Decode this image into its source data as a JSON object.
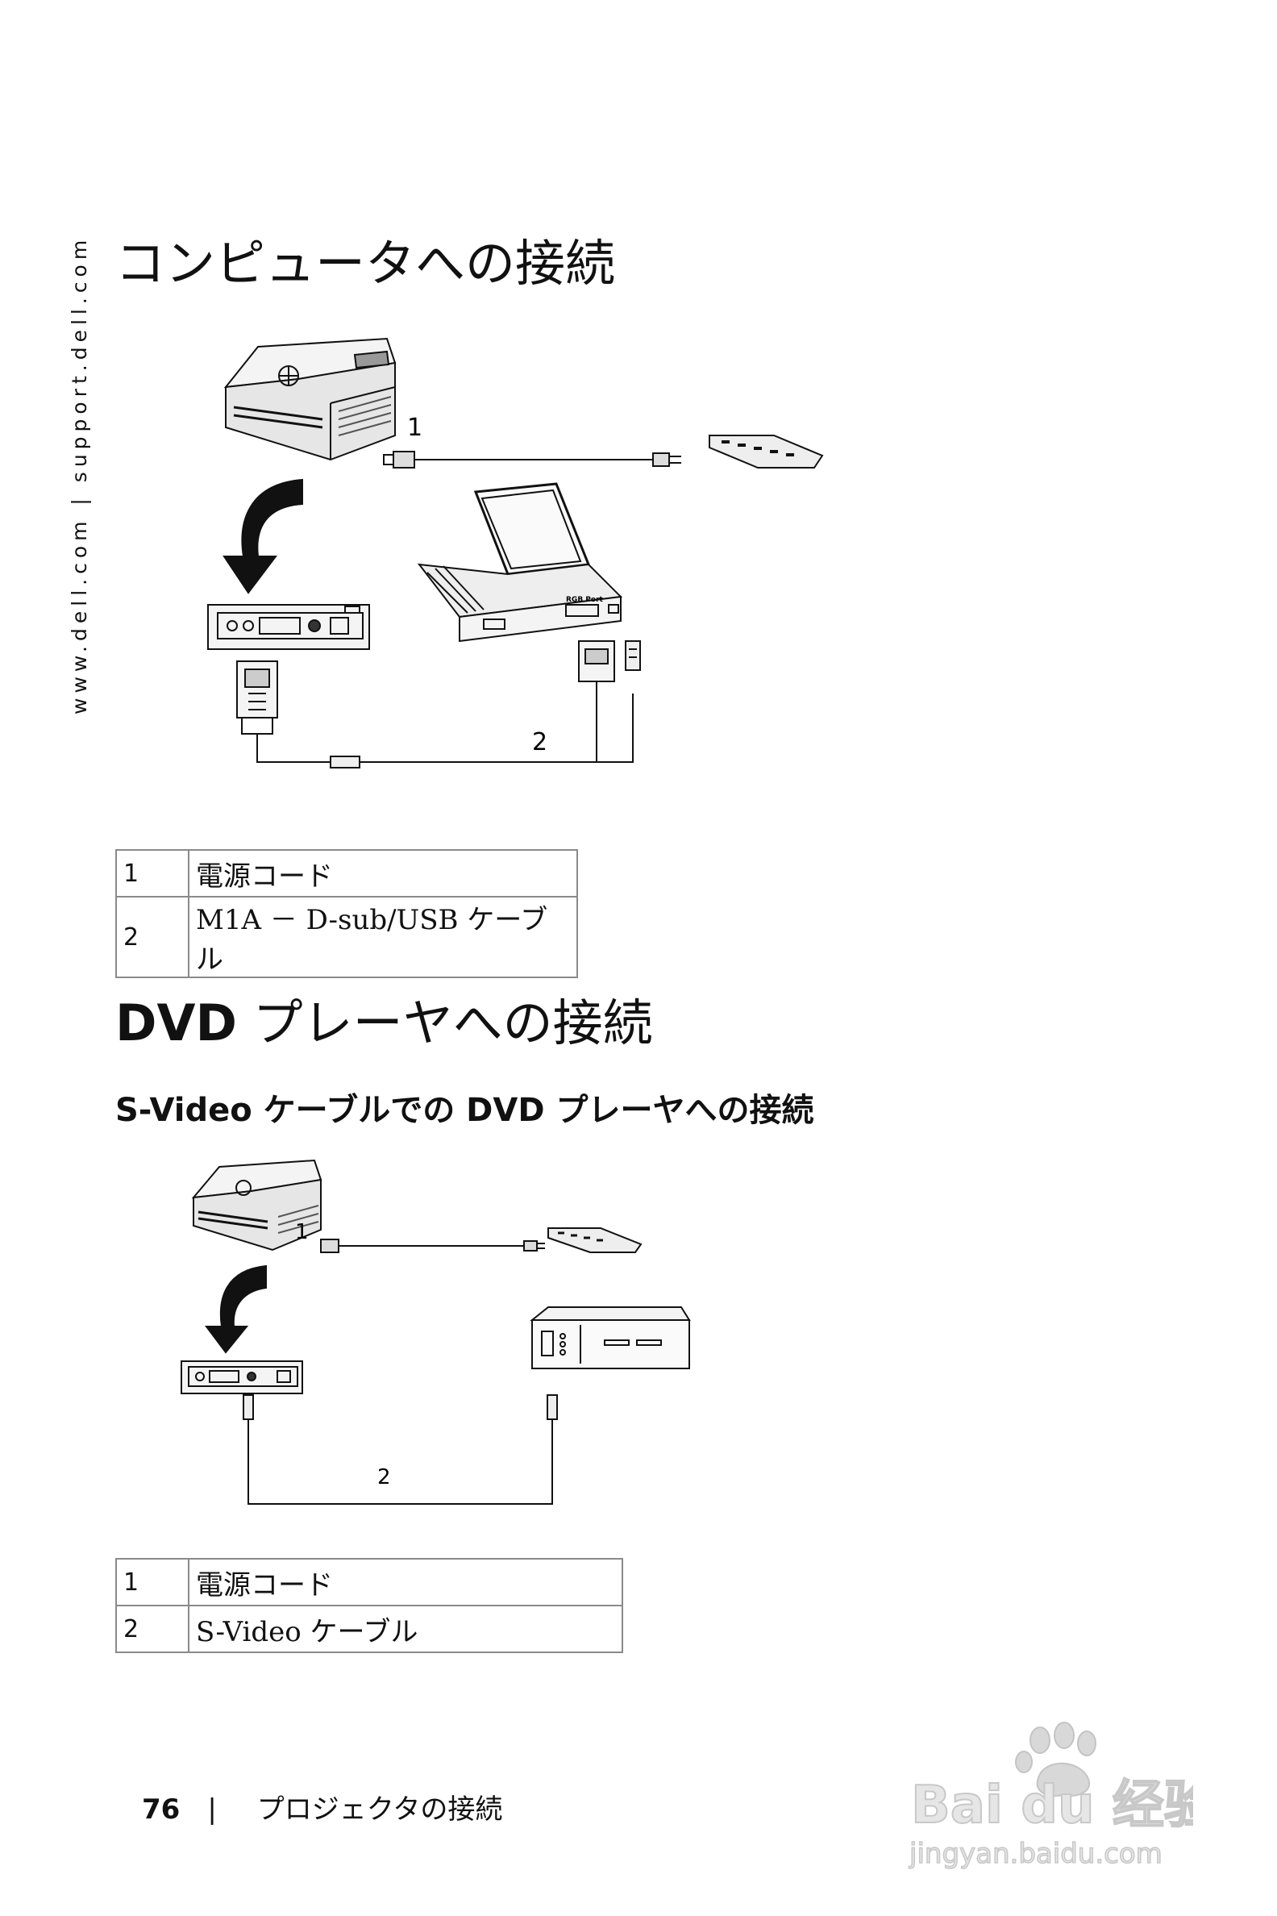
{
  "side_url": "www.dell.com | support.dell.com",
  "section1": {
    "title": "コンピュータへの接続",
    "figure_labels": [
      "1",
      "2"
    ],
    "laptop_port_label": "RGB Port",
    "legend": [
      {
        "num": "1",
        "text": "電源コード"
      },
      {
        "num": "2",
        "text": "M1A － D-sub/USB ケーブル"
      }
    ]
  },
  "section2": {
    "title_bold": "DVD",
    "title_rest": " プレーヤへの接続",
    "subtitle_bold1": "S-Video",
    "subtitle_mid": " ケーブルでの ",
    "subtitle_bold2": "DVD",
    "subtitle_rest": " プレーヤへの接続",
    "figure_labels": [
      "1",
      "2"
    ],
    "legend": [
      {
        "num": "1",
        "text": "電源コード"
      },
      {
        "num": "2",
        "text": "S-Video ケーブル"
      }
    ]
  },
  "footer": {
    "page_number": "76",
    "separator": "|",
    "chapter": "プロジェクタの接続"
  },
  "watermark": {
    "brand": "Bai du 经验",
    "url": "jingyan.baidu.com"
  }
}
